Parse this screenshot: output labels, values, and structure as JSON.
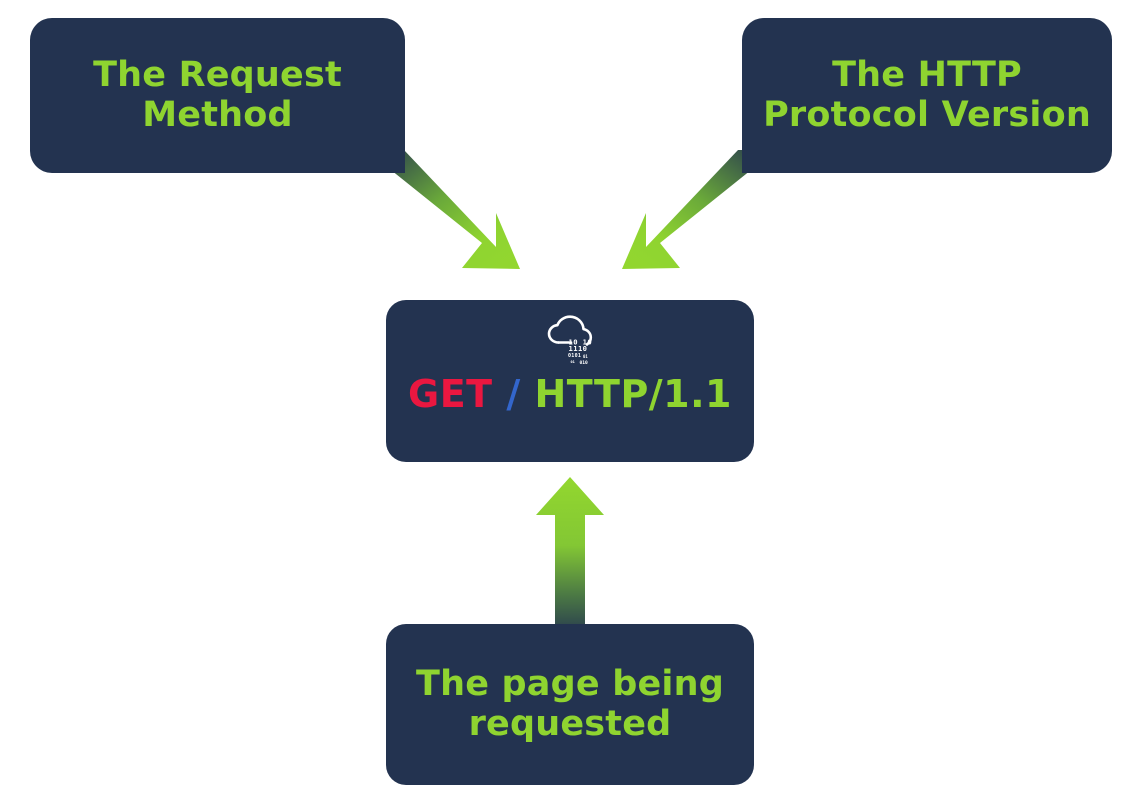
{
  "diagram": {
    "type": "annotated-callout-diagram",
    "background_color": "#ffffff",
    "box_color": "#233350",
    "accent_green": "#8fd430",
    "accent_red": "#ea1740",
    "accent_blue": "#3366cc",
    "arrow_gradient": [
      "#233350",
      "#8fd430"
    ]
  },
  "callouts": {
    "request_method": {
      "label": "The Request\nMethod",
      "points_to": "request-line-method"
    },
    "protocol_version": {
      "label": "The HTTP\nProtocol Version",
      "points_to": "request-line-version"
    },
    "page_requested": {
      "label": "The page being\nrequested",
      "points_to": "request-line-path"
    }
  },
  "center": {
    "icon_name": "cloud-binary-icon",
    "icon_binary_rows": [
      "10  10",
      "1110",
      "0101  01",
      "01  010"
    ],
    "request_line": {
      "method": "GET",
      "separator": "/",
      "path": "",
      "version": "HTTP/1.1",
      "full_text": "GET / HTTP/1.1"
    }
  },
  "arrows": [
    {
      "name": "arrow-request-method",
      "from": "request_method",
      "to": "center",
      "direction": "down-right"
    },
    {
      "name": "arrow-protocol-version",
      "from": "protocol_version",
      "to": "center",
      "direction": "down-left"
    },
    {
      "name": "arrow-page-requested",
      "from": "page_requested",
      "to": "center",
      "direction": "up"
    }
  ]
}
